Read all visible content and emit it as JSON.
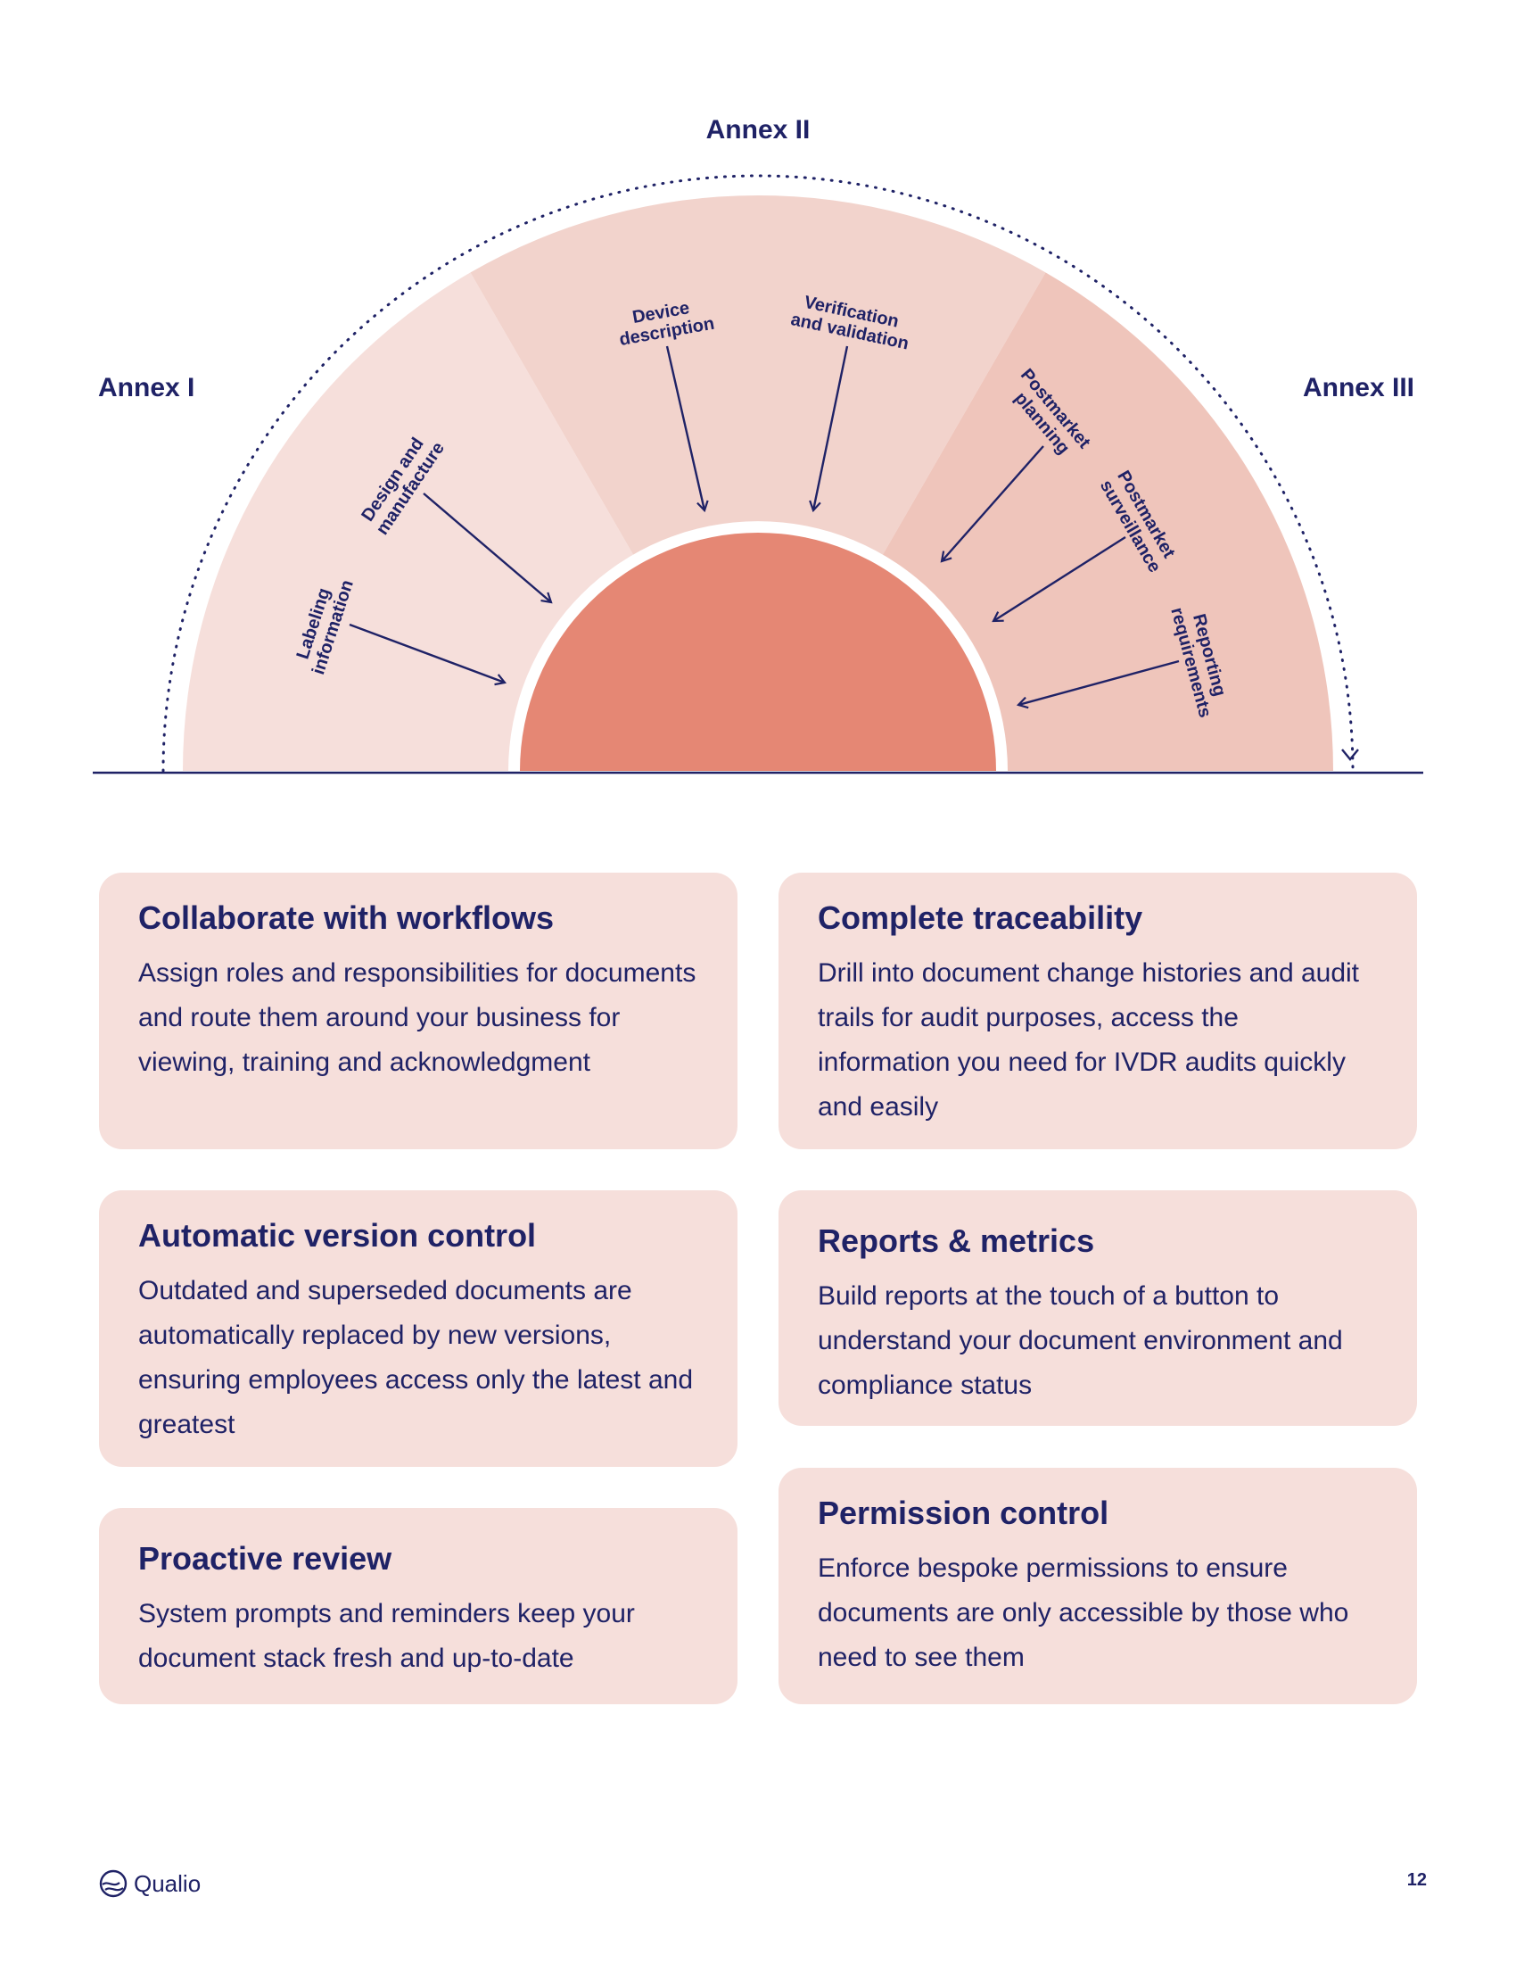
{
  "diagram": {
    "annex_1": "Annex I",
    "annex_2": "Annex II",
    "annex_3": "Annex III",
    "segments": [
      {
        "lines": [
          "Labeling",
          "information"
        ]
      },
      {
        "lines": [
          "Design and",
          "manufacture"
        ]
      },
      {
        "lines": [
          "Device",
          "description"
        ]
      },
      {
        "lines": [
          "Verification",
          "and validation"
        ]
      },
      {
        "lines": [
          "Postmarket",
          "planning"
        ]
      },
      {
        "lines": [
          "Postmarket",
          "surveillance"
        ]
      },
      {
        "lines": [
          "Reporting",
          "requirements"
        ]
      }
    ],
    "colors": {
      "band_1": "#f6dfdb",
      "band_2": "#f2d3cc",
      "band_3": "#efc5bb",
      "center": "#e58774",
      "navy": "#1f2266"
    }
  },
  "cards": [
    {
      "title": "Collaborate with workflows",
      "body": "Assign roles and responsibilities for documents and route them around your business for viewing, training and acknowledgment"
    },
    {
      "title": "Complete traceability",
      "body": "Drill into document change histories and audit trails for audit purposes, access the information you need for IVDR audits quickly and easily"
    },
    {
      "title": "Automatic version control",
      "body": "Outdated and superseded documents are automatically replaced by new versions, ensuring employees access only the latest and greatest"
    },
    {
      "title": "Reports & metrics",
      "body": "Build reports at the touch of a button to understand your document environment and compliance status"
    },
    {
      "title": "Proactive review",
      "body": "System prompts and reminders keep your document stack fresh and up-to-date"
    },
    {
      "title": "Permission control",
      "body": "Enforce bespoke permissions to ensure documents are only accessible by those who need to see them"
    }
  ],
  "footer": {
    "brand": "Qualio",
    "logo_icon": "qualio-logo-icon",
    "page_number": "12"
  }
}
